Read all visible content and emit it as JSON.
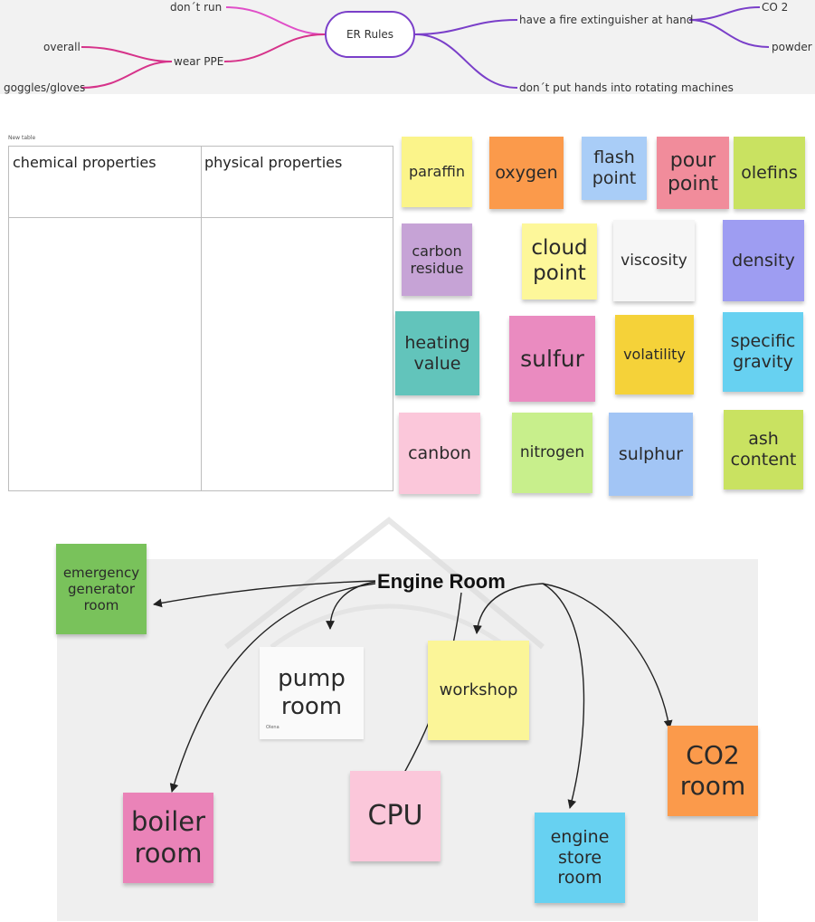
{
  "mindmap": {
    "center": "ER Rules",
    "left_branches": [
      {
        "label": "don´t run"
      },
      {
        "label": "wear PPE",
        "children": [
          "overall",
          "goggles/gloves"
        ]
      }
    ],
    "right_branches": [
      {
        "label": "have a fire extinguisher at hand",
        "children": [
          "CO 2",
          "powder"
        ]
      },
      {
        "label": "don´t put hands into rotating machines"
      }
    ],
    "colors": {
      "left": "#d6338a",
      "right": "#7a3fc9",
      "top_left": "#e04fc8"
    }
  },
  "table": {
    "caption": "New table",
    "headers": [
      "chemical properties",
      "physical properties"
    ]
  },
  "notes": [
    {
      "text": "paraffin",
      "color": "#fbf48a"
    },
    {
      "text": "oxygen",
      "color": "#fb9a4b"
    },
    {
      "text": "flash point",
      "color": "#a9cdf7"
    },
    {
      "text": "pour point",
      "color": "#f18c9b"
    },
    {
      "text": "olefins",
      "color": "#c9e261"
    },
    {
      "text": "carbon residue",
      "color": "#c6a3d6"
    },
    {
      "text": "cloud point",
      "color": "#fdf79a"
    },
    {
      "text": "viscosity",
      "color": "#f6f6f6"
    },
    {
      "text": "density",
      "color": "#9e9df2"
    },
    {
      "text": "heating value",
      "color": "#62c4bb"
    },
    {
      "text": "sulfur",
      "color": "#ea8bc0"
    },
    {
      "text": "volatility",
      "color": "#f5d239"
    },
    {
      "text": "specific gravity",
      "color": "#67d1f1"
    },
    {
      "text": "canbon",
      "color": "#fbc7da"
    },
    {
      "text": "nitrogen",
      "color": "#c8ef8c"
    },
    {
      "text": "sulphur",
      "color": "#a2c5f5"
    },
    {
      "text": "ash content",
      "color": "#c9e261"
    }
  ],
  "engine_room": {
    "title": "Engine Room",
    "pump_owner": "Olena",
    "rooms": [
      {
        "text": "emergency generator room",
        "color": "#79c25b"
      },
      {
        "text": "pump room",
        "color": "#fafafa"
      },
      {
        "text": "workshop",
        "color": "#fbf598"
      },
      {
        "text": "boiler room",
        "color": "#ea83b8"
      },
      {
        "text": "CPU",
        "color": "#fbc7da"
      },
      {
        "text": "engine store room",
        "color": "#67d1f1"
      },
      {
        "text": "CO2 room",
        "color": "#fb9a4b"
      }
    ]
  }
}
